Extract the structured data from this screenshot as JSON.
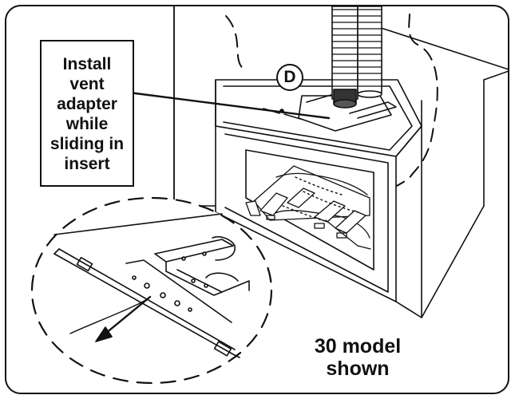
{
  "callout": {
    "lines": [
      "Install",
      "vent",
      "adapter",
      "while",
      "sliding in",
      "insert"
    ]
  },
  "part_label": "D",
  "model_note": {
    "lines": [
      "30 model",
      "shown"
    ]
  },
  "icons": {
    "leader_line": "leader-line",
    "direction_arrow": "arrow-left-down-icon"
  },
  "colors": {
    "ink": "#111111",
    "dark_band": "#333333",
    "paper": "#ffffff"
  }
}
